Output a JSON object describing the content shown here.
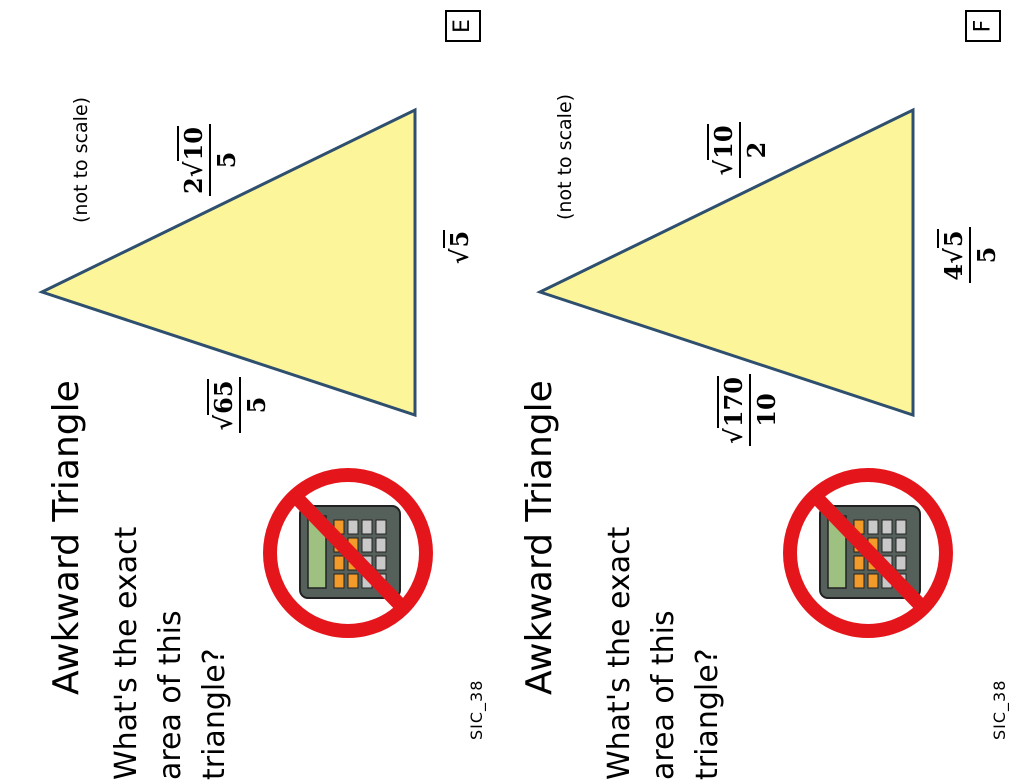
{
  "cards": [
    {
      "label": "E",
      "title": "Awkward Triangle",
      "question": "What's the exact\narea of this\ntriangle?",
      "note": "(not to scale)",
      "code": "SIC_38",
      "sides": {
        "left": {
          "coef": "",
          "rad": "65",
          "den": "5"
        },
        "right": {
          "coef": "2",
          "rad": "10",
          "den": "5"
        },
        "base": {
          "coef": "",
          "rad": "5",
          "den": ""
        }
      }
    },
    {
      "label": "F",
      "title": "Awkward Triangle",
      "question": "What's the exact\narea of this\ntriangle?",
      "note": "(not to scale)",
      "code": "SIC_38",
      "sides": {
        "left": {
          "coef": "",
          "rad": "170",
          "den": "10"
        },
        "right": {
          "coef": "",
          "rad": "10",
          "den": "2"
        },
        "base": {
          "coef": "4",
          "rad": "5",
          "den": "5"
        }
      }
    }
  ],
  "colors": {
    "triangle_fill": "#fdf59a",
    "triangle_stroke": "#2f4f6f",
    "no_sign": "#e5161b",
    "calculator_body": "#55605a",
    "calculator_keys": "#f39b2a",
    "calculator_screen": "#9ec080"
  },
  "icons": [
    "no-calculator-icon"
  ]
}
